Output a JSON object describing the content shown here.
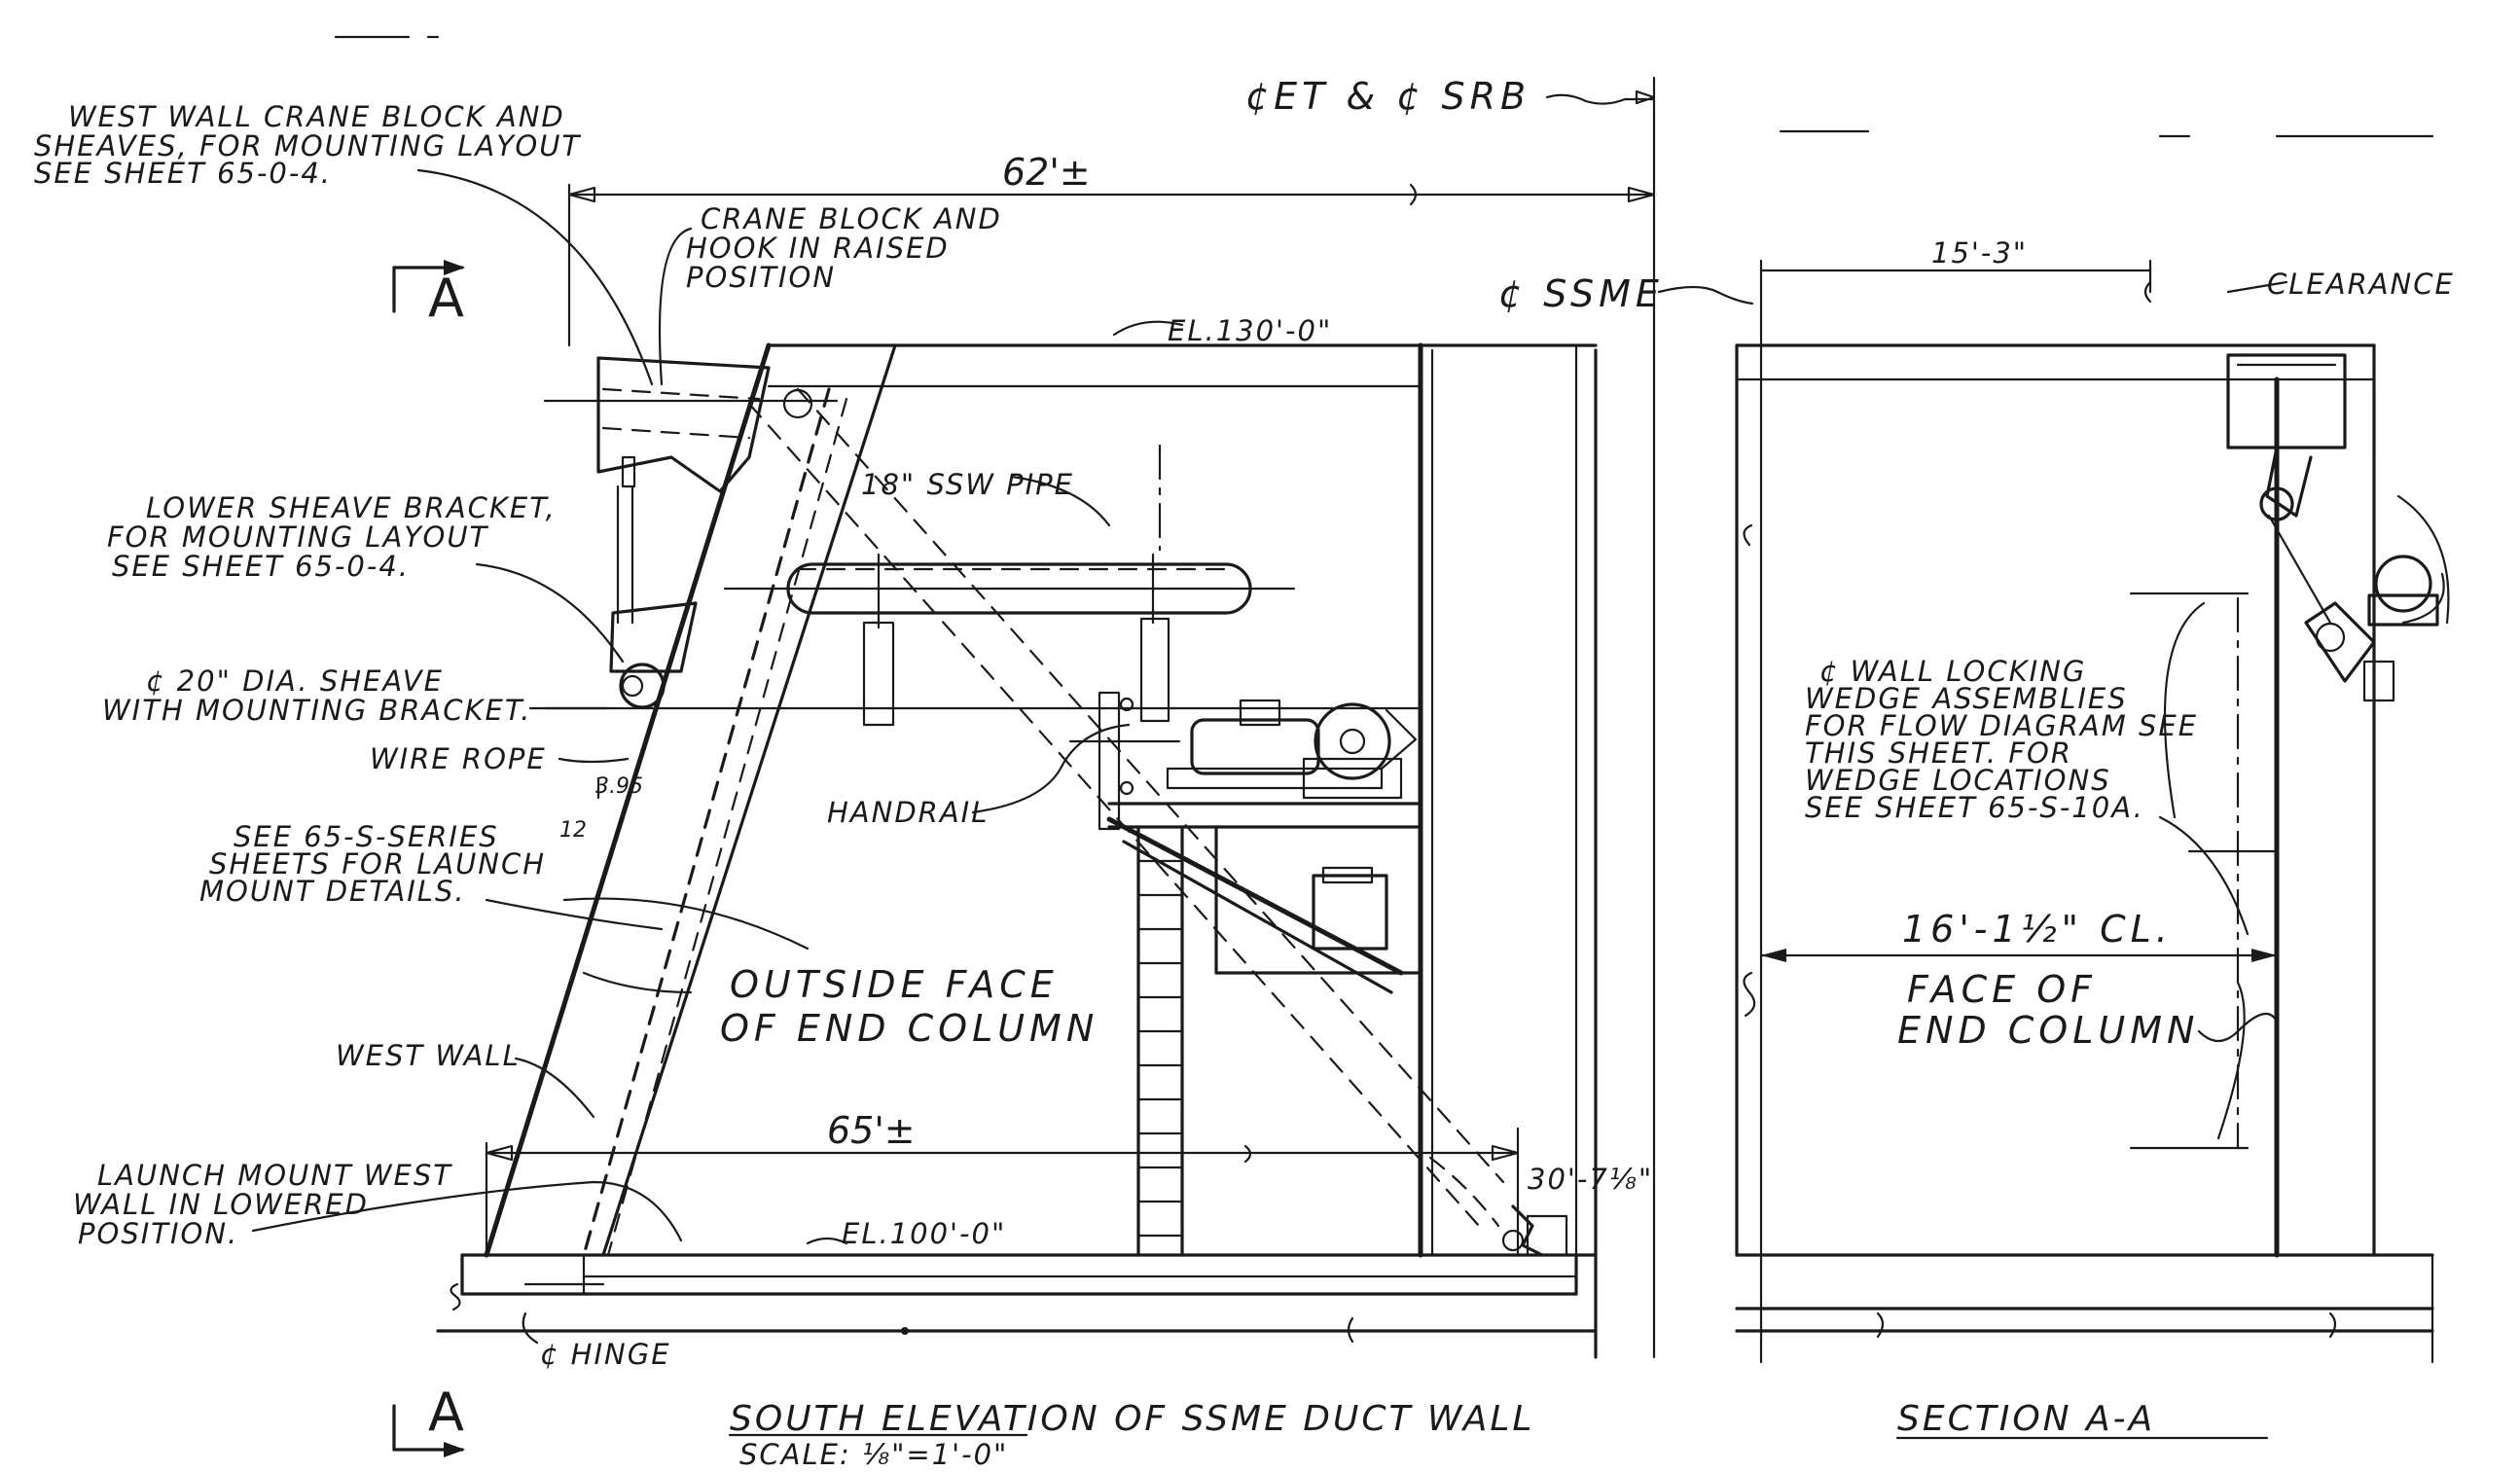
{
  "labels": {
    "west_crane": [
      "WEST WALL CRANE BLOCK AND",
      "SHEAVES, FOR MOUNTING LAYOUT",
      "SEE SHEET 65-0-4."
    ],
    "crane_hook": [
      "CRANE BLOCK AND",
      "HOOK IN RAISED",
      "POSITION"
    ],
    "lower_sheave": [
      "LOWER SHEAVE BRACKET,",
      "FOR MOUNTING LAYOUT",
      "SEE SHEET 65-0-4."
    ],
    "sheave_20": [
      "¢ 20\" DIA. SHEAVE",
      "WITH MOUNTING BRACKET."
    ],
    "wire_rope": "WIRE ROPE",
    "see_65s": [
      "SEE 65-S-SERIES",
      "SHEETS FOR LAUNCH",
      "MOUNT DETAILS."
    ],
    "west_wall": "WEST WALL",
    "launch_mount": [
      "LAUNCH MOUNT WEST",
      "WALL IN LOWERED",
      "POSITION."
    ],
    "hinge": "¢ HINGE",
    "outside_face": [
      "OUTSIDE FACE",
      "OF END COLUMN"
    ],
    "handrail": "HANDRAIL",
    "ssw_pipe": "18\" SSW PIPE",
    "el_130": "EL.130'-0\"",
    "el_100": "EL.100'-0\"",
    "et_srb": "¢ET & ¢ SRB",
    "ssme": "¢ SSME",
    "dim_62": "62'±",
    "dim_65": "65'±",
    "dim_30": "30'-7⅛\"",
    "slope_395": "3.95",
    "slope_12": "12",
    "dim_15": "15'-3\"",
    "clearance": "CLEARANCE",
    "wall_locking": [
      "¢ WALL LOCKING",
      "WEDGE ASSEMBLIES",
      "FOR FLOW DIAGRAM SEE",
      "THIS SHEET. FOR",
      "WEDGE LOCATIONS",
      "SEE SHEET 65-S-10A."
    ],
    "dim_16": "16'-1½\" CL.",
    "face_end_col": [
      "FACE OF",
      "END COLUMN"
    ],
    "section_mark_top": "A",
    "section_mark_bottom": "A",
    "title_south": "SOUTH ELEVATION OF SSME DUCT WALL",
    "scale": "SCALE: ⅛\"=1'-0\"",
    "title_section": "SECTION A-A"
  }
}
